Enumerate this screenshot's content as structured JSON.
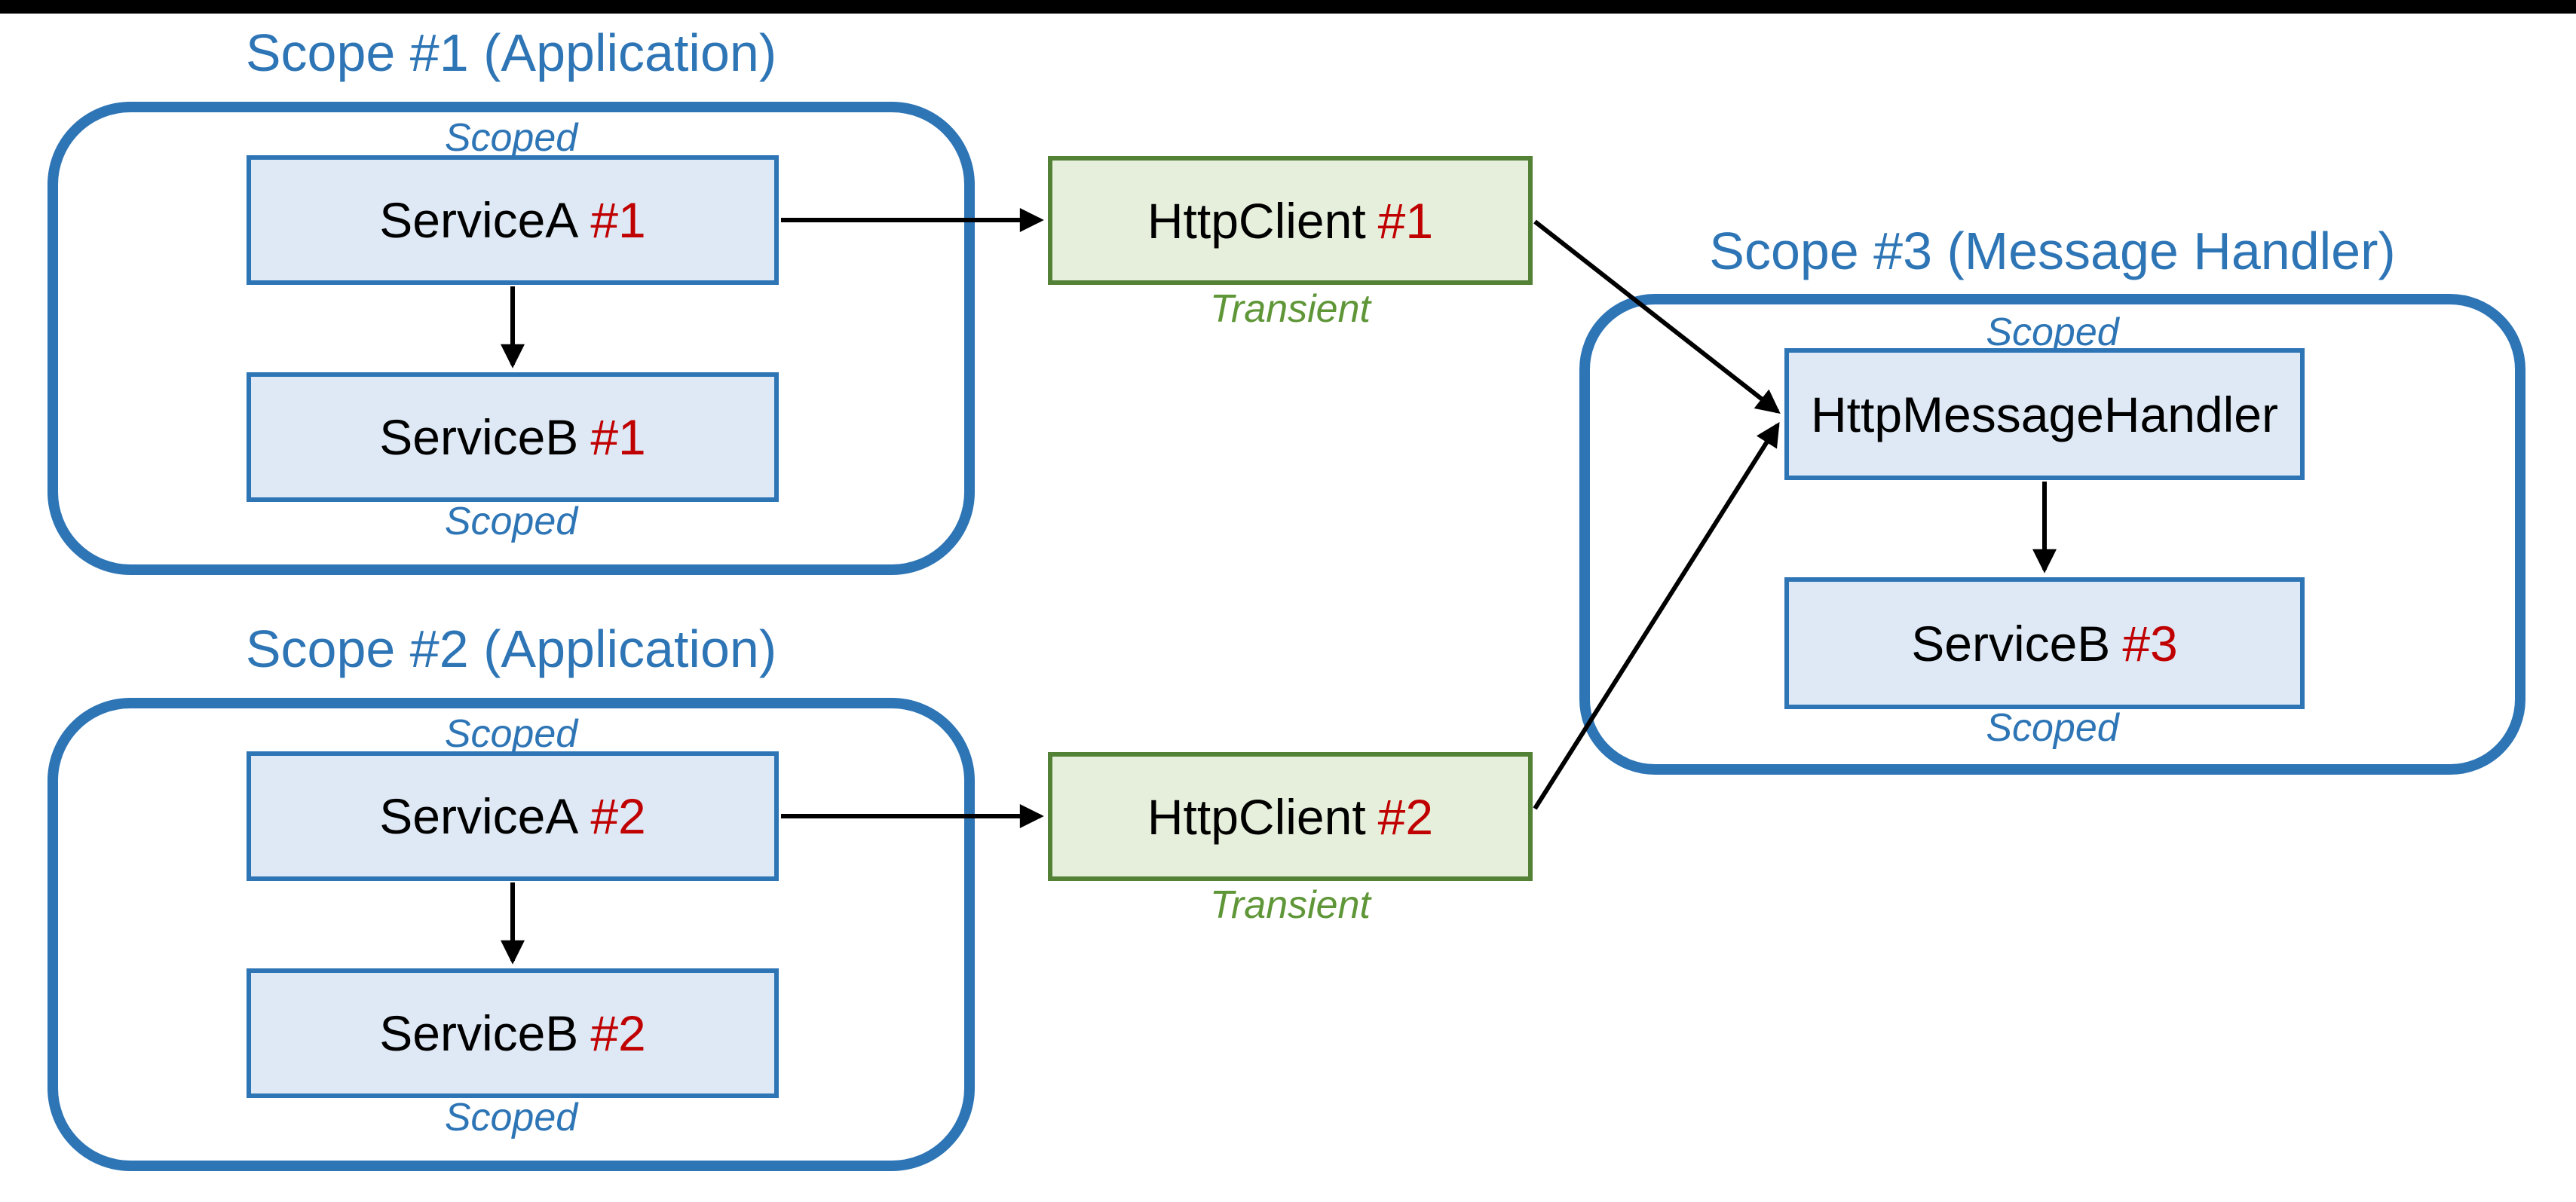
{
  "diagram": {
    "scopes": [
      {
        "title": "Scope #1 (Application)",
        "scoped_top": "Scoped",
        "scoped_bottom": "Scoped",
        "boxes": [
          {
            "name": "ServiceA",
            "instance": "#1"
          },
          {
            "name": "ServiceB",
            "instance": "#1"
          }
        ]
      },
      {
        "title": "Scope #2 (Application)",
        "scoped_top": "Scoped",
        "scoped_bottom": "Scoped",
        "boxes": [
          {
            "name": "ServiceA",
            "instance": "#2"
          },
          {
            "name": "ServiceB",
            "instance": "#2"
          }
        ]
      },
      {
        "title": "Scope #3 (Message Handler)",
        "scoped_top": "Scoped",
        "scoped_bottom": "Scoped",
        "boxes": [
          {
            "name": "HttpMessageHandler",
            "instance": ""
          },
          {
            "name": "ServiceB",
            "instance": "#3"
          }
        ]
      }
    ],
    "clients": [
      {
        "name": "HttpClient",
        "instance": "#1",
        "lifetime": "Transient"
      },
      {
        "name": "HttpClient",
        "instance": "#2",
        "lifetime": "Transient"
      }
    ],
    "colors": {
      "scope_blue": "#2E75B6",
      "box_fill_blue": "#DEE9F5",
      "box_border_blue": "#2E75B6",
      "client_fill_green": "#E6EFDB",
      "client_border_green": "#538135",
      "transient_green": "#5E9638",
      "instance_red": "#C00000",
      "text_black": "#000000",
      "arrow_black": "#000000",
      "top_bar_black": "#000000"
    }
  }
}
